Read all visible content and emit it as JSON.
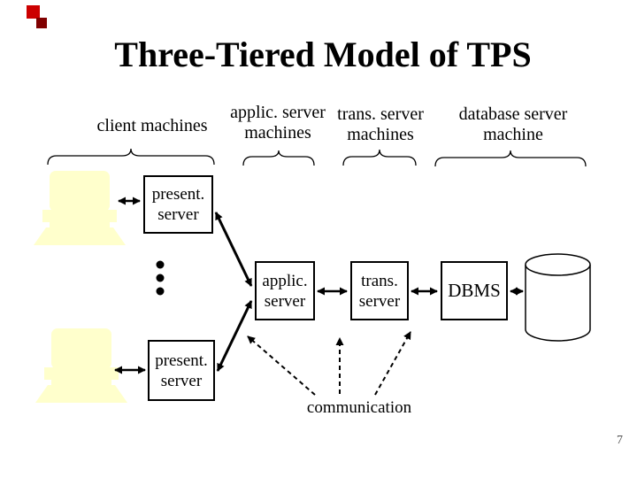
{
  "slide": {
    "title": "Three-Tiered Model of TPS",
    "page_number": "7"
  },
  "columns": [
    {
      "id": "client",
      "label": "client machines"
    },
    {
      "id": "applic",
      "label": "applic. server\nmachines"
    },
    {
      "id": "trans",
      "label": "trans. server\nmachines"
    },
    {
      "id": "database",
      "label": "database server\nmachine"
    }
  ],
  "boxes": [
    {
      "id": "present-server-1",
      "label": "present.\nserver"
    },
    {
      "id": "present-server-2",
      "label": "present.\nserver"
    },
    {
      "id": "applic-server",
      "label": "applic.\nserver"
    },
    {
      "id": "trans-server",
      "label": "trans.\nserver"
    },
    {
      "id": "dbms",
      "label": "DBMS"
    }
  ],
  "annotations": {
    "communication": "communication"
  },
  "icons": {
    "client_machine": "computer-icon",
    "storage": "database-cylinder-icon",
    "more_clients": "vertical-ellipsis-icon",
    "grouping": "brace-icon"
  },
  "colors": {
    "computer_fill": "#FFFFCC",
    "accent_square_1": "#CC0000",
    "accent_square_2": "#800000",
    "diagram_line": "#000000"
  }
}
